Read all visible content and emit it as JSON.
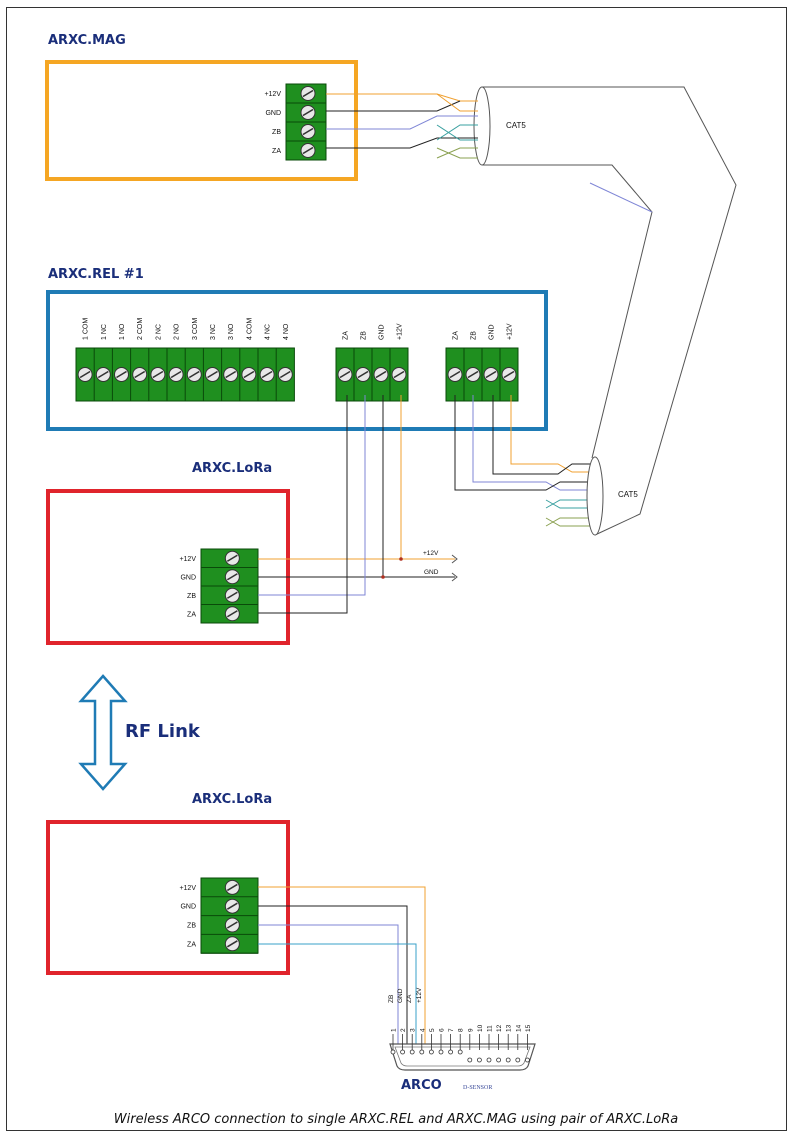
{
  "modules": {
    "mag": {
      "title": "ARXC.MAG",
      "terminals": [
        "+12V",
        "GND",
        "ZB",
        "ZA"
      ]
    },
    "rel": {
      "title": "ARXC.REL #1",
      "relay_terminals": [
        "1 COM",
        "1 NC",
        "1 NO",
        "2 COM",
        "2 NC",
        "2 NO",
        "3 COM",
        "3 NC",
        "3 NO",
        "4 COM",
        "4 NC",
        "4 NO"
      ],
      "bus_terminals_a": [
        "ZA",
        "ZB",
        "GND",
        "+12V"
      ],
      "bus_terminals_b": [
        "ZA",
        "ZB",
        "GND",
        "+12V"
      ]
    },
    "lora1": {
      "title": "ARXC.LoRa",
      "terminals": [
        "+12V",
        "GND",
        "ZB",
        "ZA"
      ]
    },
    "lora2": {
      "title": "ARXC.LoRa",
      "terminals": [
        "+12V",
        "GND",
        "ZB",
        "ZA"
      ]
    }
  },
  "cables": {
    "cat5_top": "CAT5",
    "cat5_bottom": "CAT5"
  },
  "power_labels": {
    "plus12v": "+12V",
    "gnd": "GND"
  },
  "rf_link": "RF Link",
  "arco": {
    "title": "ARCO",
    "subtitle": "D-SENSOR",
    "wire_labels": [
      "ZB",
      "GND",
      "ZA",
      "+12V"
    ],
    "pins": [
      "1",
      "2",
      "3",
      "4",
      "5",
      "6",
      "7",
      "8",
      "9",
      "10",
      "11",
      "12",
      "13",
      "14",
      "15"
    ]
  },
  "caption": "Wireless ARCO connection to single ARXC.REL and ARXC.MAG using pair of ARXC.LoRa",
  "colors": {
    "mag_border": "#f5a623",
    "rel_border": "#1f7bb5",
    "lora_border": "#e0242c",
    "terminal_green": "#1f8f1f",
    "wire_orange": "#f0a030",
    "wire_black": "#222222",
    "wire_blue": "#7f86d6",
    "wire_teal": "#3aa0c8",
    "title_blue": "#1a2e7a"
  }
}
